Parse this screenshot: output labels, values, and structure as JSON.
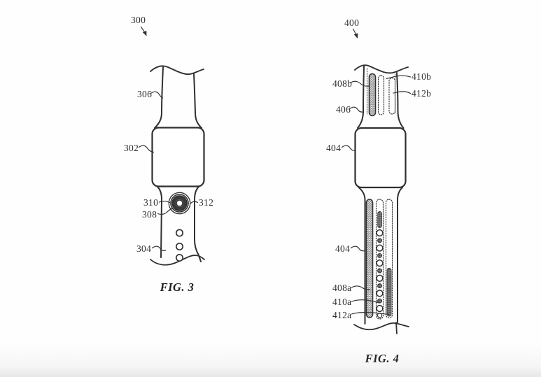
{
  "colors": {
    "line": "#303030",
    "background": "#ffffff"
  },
  "fig3": {
    "caption": "FIG. 3",
    "refs": {
      "r300": "300",
      "r306": "306",
      "r302": "302",
      "r310": "310",
      "r308": "308",
      "r312": "312",
      "r304": "304"
    }
  },
  "fig4": {
    "caption": "FIG. 4",
    "refs": {
      "r400": "400",
      "r408b": "408b",
      "r410b": "410b",
      "r412b": "412b",
      "r406": "406",
      "r404_upper": "404",
      "r404_lower": "404",
      "r408a": "408a",
      "r410a": "410a",
      "r412a": "412a"
    }
  }
}
